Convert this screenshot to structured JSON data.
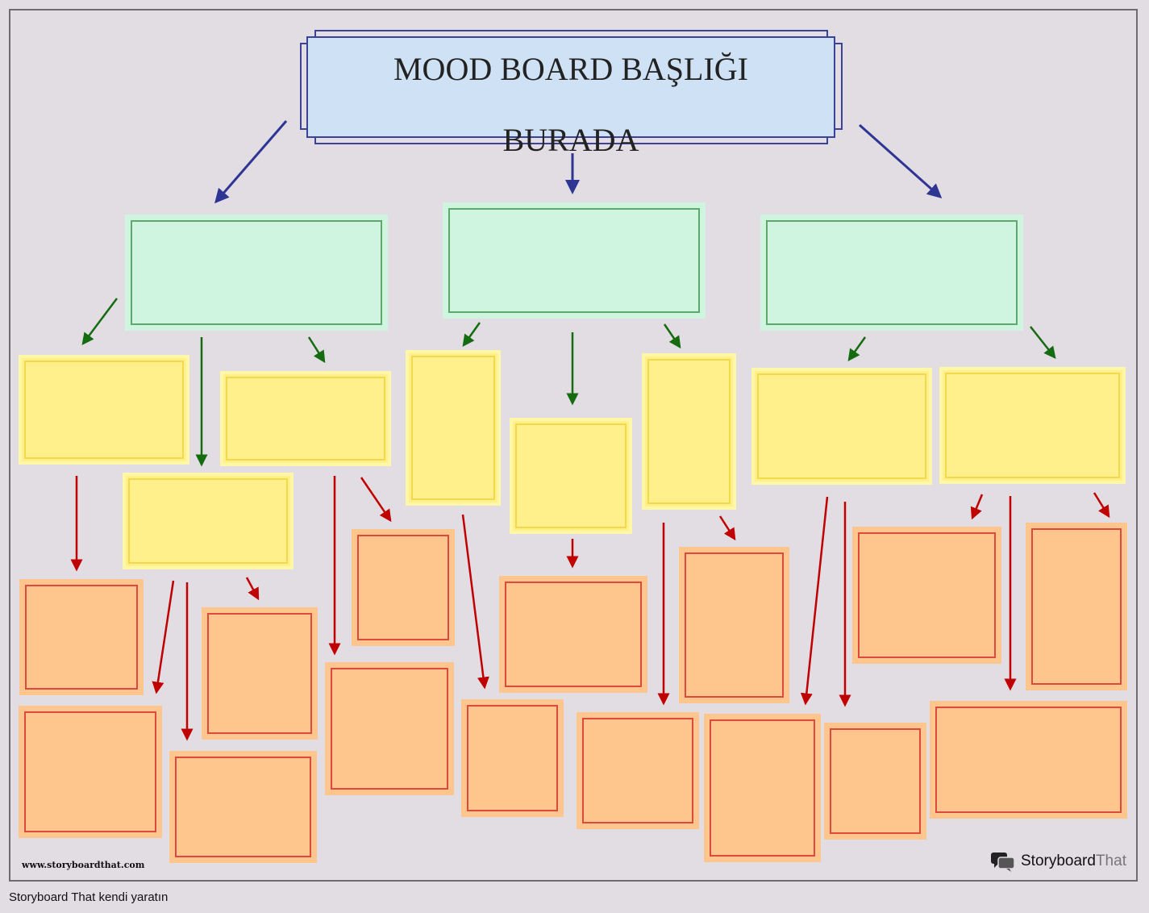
{
  "title": {
    "line1": "MOOD BOARD BAŞLIĞI",
    "line2": "BURADA"
  },
  "footer": {
    "url": "www.storyboardthat.com",
    "brand_part1": "Storyboard",
    "brand_part2": "That",
    "caption": "Storyboard That kendi yaratın"
  },
  "colors": {
    "background": "#e2dce3",
    "title_fill": "#cfe1f4",
    "title_border": "#3a4398",
    "level1_fill": "#cff4e0",
    "level2_fill": "#fff08b",
    "level3_fill": "#fec58d",
    "arrow_level1": "#2e3593",
    "arrow_level2": "#156b10",
    "arrow_level3": "#c00000"
  },
  "icons": {
    "brand_logo": "speech-bubbles-icon"
  }
}
